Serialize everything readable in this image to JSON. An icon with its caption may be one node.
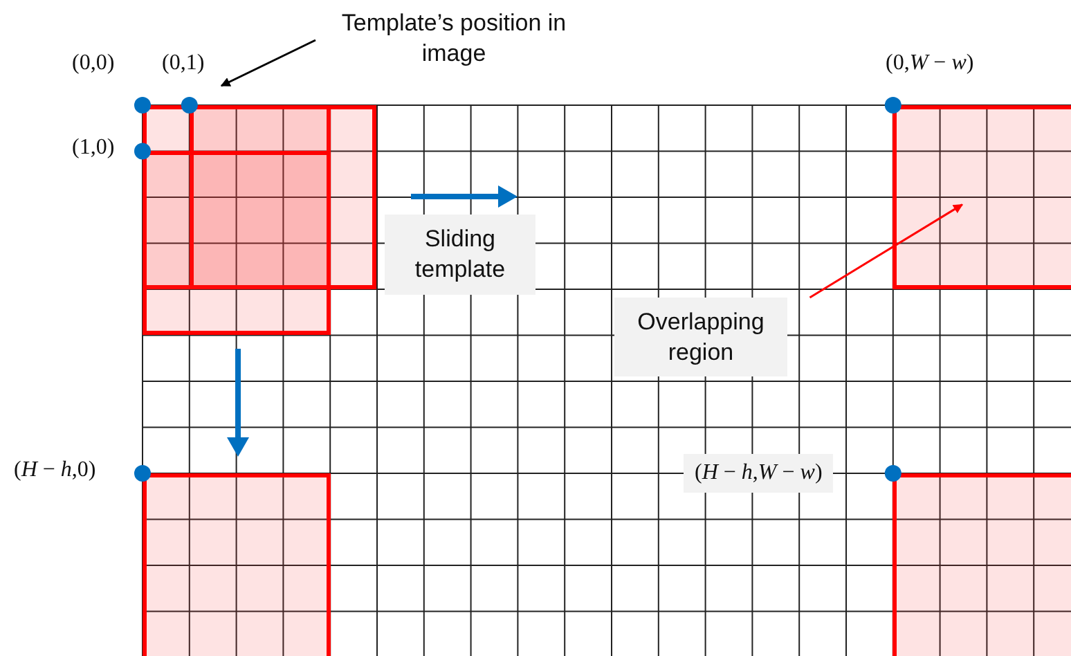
{
  "diagram": {
    "nodes": [
      {
        "text": [
          "Template’s position in image"
        ]
      },
      {
        "text": [],
        "shape": "box"
      },
      {
        "text": [],
        "shape": "box"
      },
      {
        "text": [],
        "shape": "box"
      },
      {
        "text": [],
        "shape": "box"
      },
      {
        "text": [
          "Sliding template"
        ]
      },
      {
        "text": [
          "Overlapping region"
        ]
      },
      {
        "text": [],
        "shape": "box"
      },
      {
        "text": [],
        "shape": "box"
      }
    ],
    "edges": [
      {
        "from": 0,
        "to": 2,
        "arrow": "to"
      },
      {
        "from": 6,
        "to": 4,
        "arrow": "to",
        "color": "#ff0000"
      }
    ],
    "labels": [
      "(0,0)",
      "(0,1)",
      "(1,0)",
      "(0,*W* − *w*)",
      "(*H* − *h*,0)",
      "(*H* − *h*,*W* − *w*)"
    ]
  }
}
